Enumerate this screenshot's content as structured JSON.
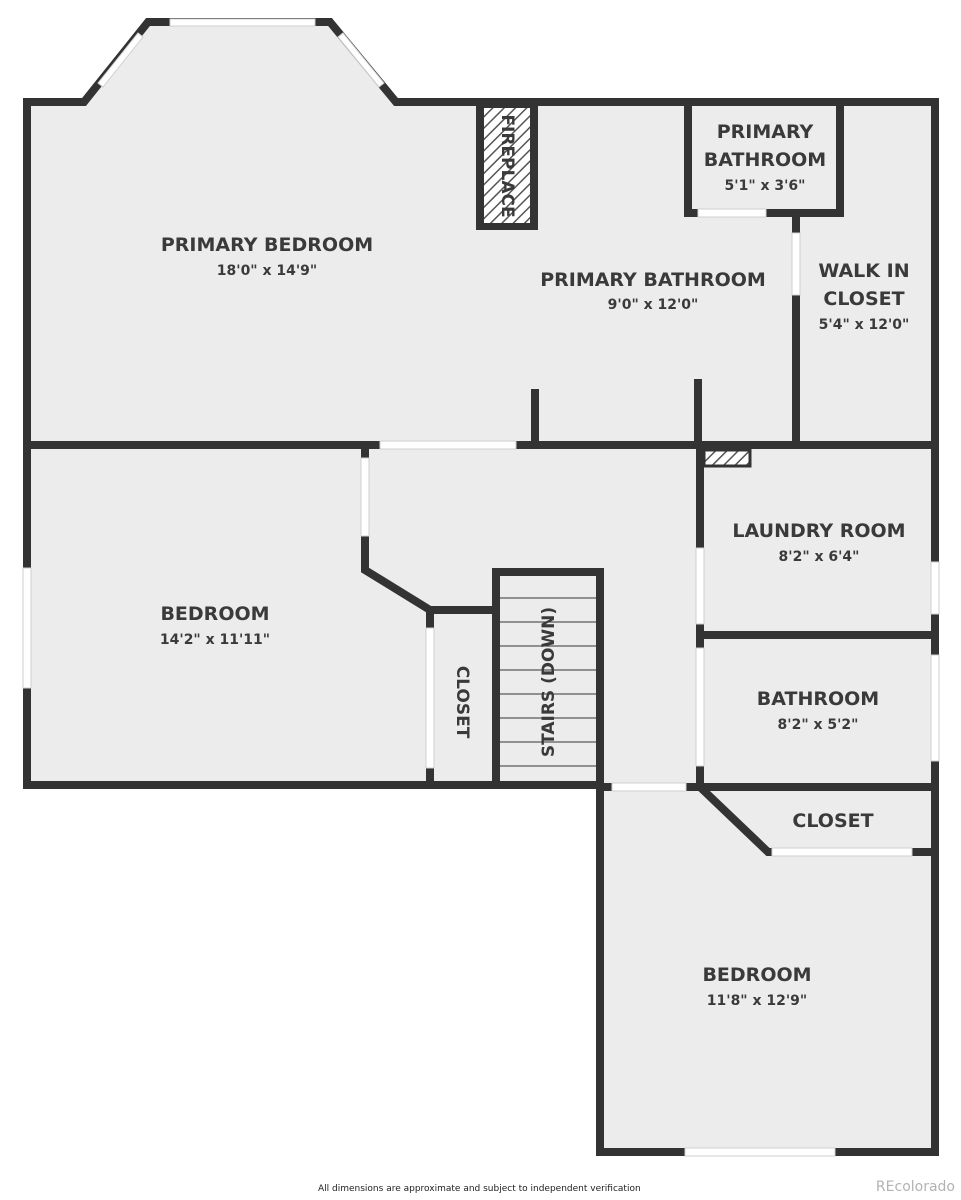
{
  "rooms": {
    "primary_bedroom": {
      "name": "PRIMARY BEDROOM",
      "dims": "18'0\" x 14'9\""
    },
    "primary_bathroom_main": {
      "name": "PRIMARY BATHROOM",
      "dims": "9'0\" x 12'0\""
    },
    "primary_bathroom_small": {
      "name_line1": "PRIMARY",
      "name_line2": "BATHROOM",
      "dims": "5'1\" x 3'6\""
    },
    "walk_in_closet": {
      "name_line1": "WALK IN",
      "name_line2": "CLOSET",
      "dims": "5'4\" x 12'0\""
    },
    "fireplace": {
      "name": "FIREPLACE"
    },
    "bedroom_left": {
      "name": "BEDROOM",
      "dims": "14'2\" x 11'11\""
    },
    "closet_left": {
      "name": "CLOSET"
    },
    "stairs": {
      "name": "STAIRS (DOWN)"
    },
    "laundry_room": {
      "name": "LAUNDRY ROOM",
      "dims": "8'2\" x 6'4\""
    },
    "bathroom": {
      "name": "BATHROOM",
      "dims": "8'2\" x 5'2\""
    },
    "closet_right": {
      "name": "CLOSET"
    },
    "bedroom_bottom": {
      "name": "BEDROOM",
      "dims": "11'8\" x 12'9\""
    }
  },
  "footer": {
    "disclaimer": "All dimensions are approximate and subject to independent verification",
    "watermark": "REcolorado"
  },
  "colors": {
    "wall": "#333333",
    "floor": "#ececec",
    "window": "#ffffff",
    "text": "#3a3a3a"
  }
}
